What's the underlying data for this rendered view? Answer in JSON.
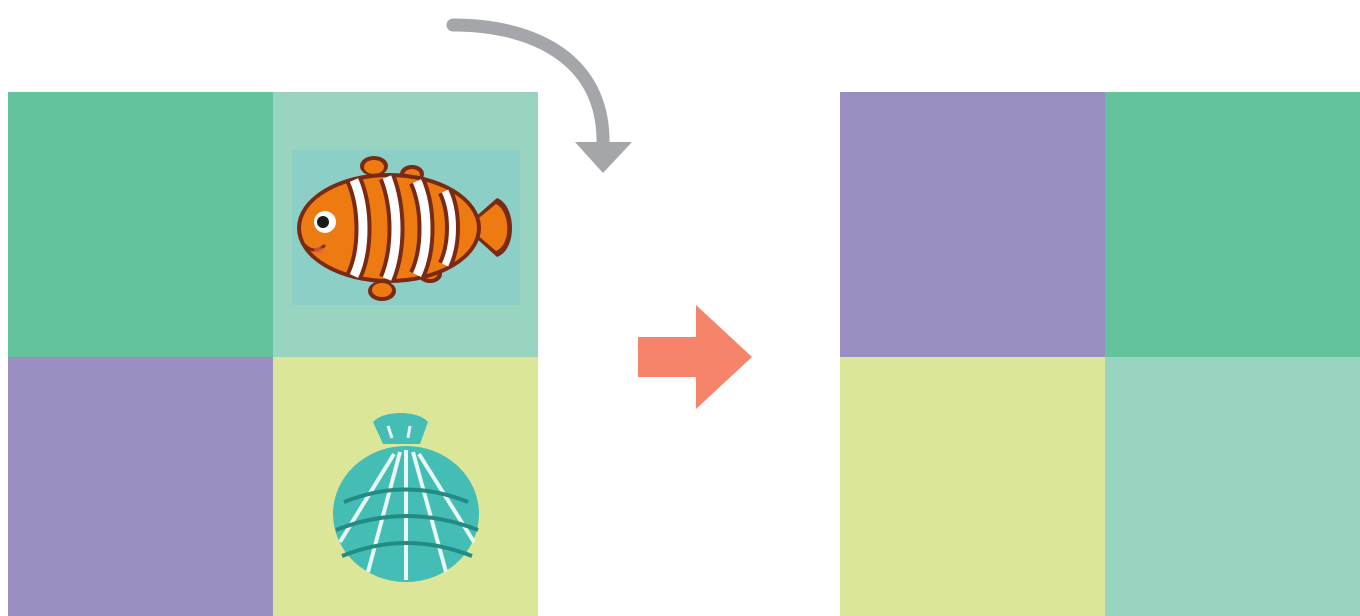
{
  "colors": {
    "green": "#62c39c",
    "mint": "#98d4c0",
    "purple": "#9b8ec3",
    "yellow": "#dce698",
    "gray_arrow": "#a4a6aa",
    "orange_arrow": "#f5846a"
  },
  "left_grid": {
    "cells": [
      {
        "color": "green",
        "icon": "none"
      },
      {
        "color": "mint",
        "icon": "clownfish-icon"
      },
      {
        "color": "purple",
        "icon": "none"
      },
      {
        "color": "yellow",
        "icon": "seashell-icon"
      }
    ]
  },
  "right_grid": {
    "cells": [
      {
        "color": "purple",
        "icon": "none"
      },
      {
        "color": "green",
        "icon": "none"
      },
      {
        "color": "yellow",
        "icon": "none"
      },
      {
        "color": "mint",
        "icon": "none"
      }
    ]
  },
  "icons": {
    "rotate_arrow": "curved-arrow-icon",
    "transform_arrow": "right-arrow-icon"
  }
}
